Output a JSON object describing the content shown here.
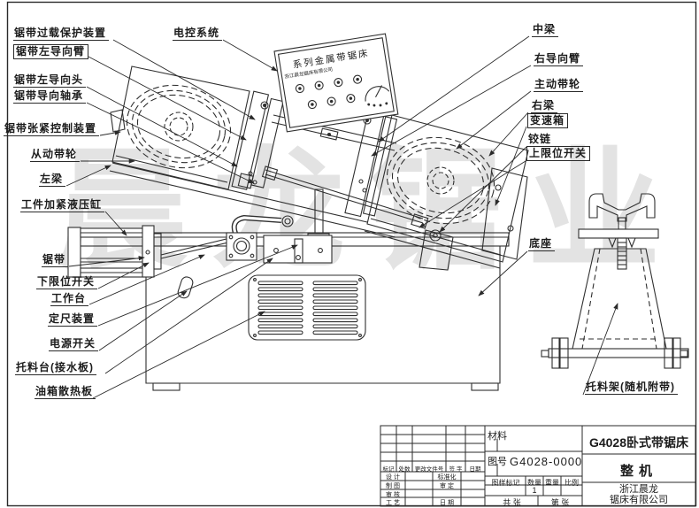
{
  "drawing": {
    "watermark": "晨龙锯业",
    "panel": {
      "title": "系列金属带锯床",
      "company": "浙江晨龙锯床有限公司"
    },
    "labels": {
      "overload": "锯带过载保护装置",
      "left_guide_arm": "锯带左导向臂",
      "left_guide_head": "锯带左导向头",
      "guide_bearing": "锯带导向轴承",
      "tension_control": "锯带张紧控制装置",
      "driven_wheel": "从动带轮",
      "left_beam": "左梁",
      "clamp_cylinder": "工件加紧液压缸",
      "saw_band": "锯带",
      "lower_limit_switch": "下限位开关",
      "worktable": "工作台",
      "sizing_device": "定尺装置",
      "power_switch": "电源开关",
      "support_table": "托料台(接水板)",
      "oil_tank_plate": "油箱散热板",
      "electric_control": "电控系统",
      "middle_beam": "中梁",
      "right_guide_arm": "右导向臂",
      "driving_wheel": "主动带轮",
      "right_beam": "右梁",
      "gearbox": "变速箱",
      "hinge": "铰链",
      "upper_limit_switch": "上限位开关",
      "base": "底座",
      "support_stand": "托料架(随机附带)"
    }
  },
  "title_block": {
    "material_label": "材料",
    "drawing_no_label": "图号",
    "drawing_no": "G4028-0000",
    "product_name": "G4028卧式带锯床",
    "part_name": "整机",
    "company_line1": "浙江晨龙",
    "company_line2": "锯床有限公司",
    "revision_headers": [
      "标记",
      "处数",
      "更改文件号",
      "签 字",
      "日期"
    ],
    "left_roles": [
      "设 计",
      "制 图",
      "审 核",
      "工 艺"
    ],
    "right_roles": [
      "标准化",
      "审 定",
      "",
      "日 期"
    ],
    "stamp_label": "图样标记",
    "qty_label": "数量",
    "weight_label": "重量",
    "scale_label": "比例",
    "qty_value": "1",
    "sheet_total_label": "共  张",
    "sheet_index_label": "第  张"
  }
}
